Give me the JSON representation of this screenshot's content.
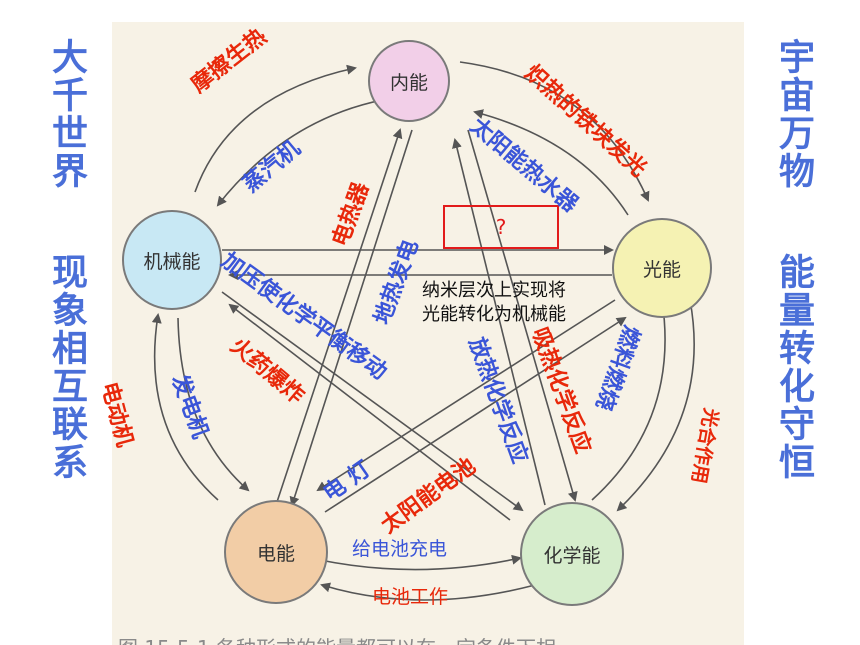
{
  "side_texts": {
    "top_left": "大千世界",
    "bottom_left": "现象相互联系",
    "top_right": "宇宙万物",
    "bottom_right": "能量转化守恒"
  },
  "nodes": {
    "internal": "内能",
    "mechanical": "机械能",
    "light": "光能",
    "electric": "电能",
    "chemical": "化学能"
  },
  "labels": {
    "friction": "摩擦生热",
    "steam_engine": "蒸汽机",
    "hot_iron": "炽热的铁块发光",
    "solar_heater": "太阳能热水器",
    "electric_heater": "电热器",
    "geothermal": "地热发电",
    "pressure_equilibrium": "加压使化学平衡移动",
    "gunpowder": "火药爆炸",
    "motor": "电动机",
    "generator": "发电机",
    "lamp": "电    灯",
    "solar_cell": "太阳能电池",
    "exothermic": "放热化学反应",
    "endothermic": "吸热化学反应",
    "combustion": "燃料燃烧",
    "photosynthesis": "光合作用",
    "charging": "给电池充电",
    "battery_work": "电池工作"
  },
  "question_mark": "?",
  "nano_note_line1": "纳米层次上实现将",
  "nano_note_line2": "光能转化为机械能",
  "caption": "图 15-5-1  各种形式的能量都可以在一定条件下相"
}
